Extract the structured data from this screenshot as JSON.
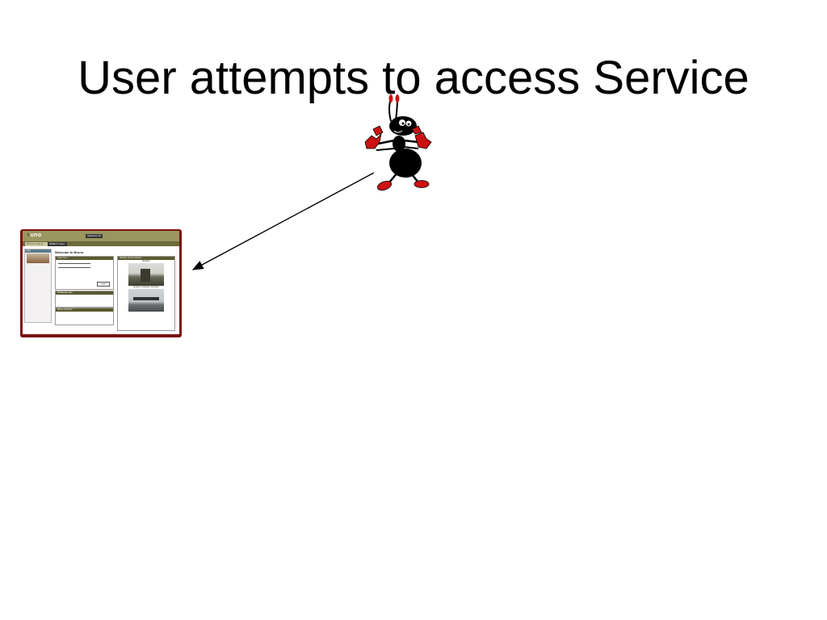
{
  "slide": {
    "title": "User attempts to access Service"
  },
  "colors": {
    "browser_frame": "#7a0f0f",
    "header_olive": "#9a9660",
    "arrow": "#000000",
    "ant_body": "#000000",
    "ant_accent": "#cc1111"
  },
  "browser": {
    "logo_prefix": "ᴰ",
    "logo": "uno",
    "top_button": "Shibboleth Info",
    "tabs": [
      "Welcome to Bruno",
      "ABMEST System Info"
    ],
    "sidebar": {
      "heading": "Login"
    },
    "welcome_title": "Welcome to Bruno",
    "panels": {
      "login_heading": "Login Here",
      "info_heading": "Shibboleth Login",
      "where_heading": "Where is Bruno?",
      "weather_heading": "Weather across campus",
      "login_button": "Login",
      "weather_durham": "Durham",
      "weather_stockton": "Queen's Campus, Stockton"
    }
  }
}
